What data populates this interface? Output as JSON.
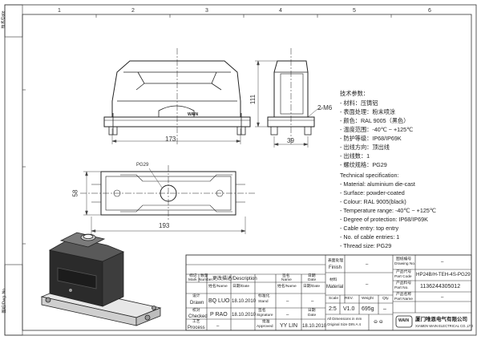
{
  "sidebar": {
    "top_label": "技术/Date",
    "mid_label": "图纸/Dwg. No."
  },
  "grid": {
    "columns": [
      "1",
      "2",
      "3",
      "4",
      "5",
      "6"
    ]
  },
  "drawing": {
    "brand_mark": "WAIN",
    "dimensions": {
      "height_front": "111",
      "width_front": "173",
      "depth_side": "39",
      "bolt_callout": "2-M6",
      "thread_callout": "PG29",
      "height_top": "58",
      "width_top": "193"
    }
  },
  "specs_cn": {
    "title": "技术参数：",
    "lines": [
      "- 材料：压铸铝",
      "- 表面处理：粉末喷涂",
      "- 颜色：RAL 9005（黑色）",
      "- 温度范围：-40℃ ~ +125℃",
      "- 防护等级：IP68/IP69K",
      "- 出线方向：顶出线",
      "- 出线数：1",
      "- 螺纹规格：PG29"
    ]
  },
  "specs_en": {
    "title": "Technical specification:",
    "lines": [
      "- Material: aluminium die-cast",
      "- Surface: powder-coated",
      "- Colour: RAL 9005(black)",
      "- Temperature range: -40℃ ~ +125℃",
      "- Degree of protection: IP68/IP69K",
      "- Cable entry: top entry",
      "- No. of cable entries: 1",
      "- Thread size: PG29"
    ]
  },
  "title_block": {
    "rev_headers": {
      "mark": "标记",
      "mark_en": "Mark",
      "num": "数量",
      "num_en": "Number",
      "change": "更改描述/Description",
      "name": "签名",
      "name_en": "Name",
      "date": "日期",
      "date_en": "Date"
    },
    "drawn_label_cn": "设计",
    "drawn_label_en": "Drawn",
    "drawn_name": "BQ LUO",
    "drawn_date": "18.10.2010",
    "checked_label_cn": "校对",
    "checked_label_en": "Checked",
    "checked_name": "P RAO",
    "checked_date": "18.10.2010",
    "process_label_cn": "工艺",
    "process_label_en": "Process",
    "name_date_header": "姓名/Name",
    "date_header": "日期/Date",
    "std_label_cn": "标准化",
    "std_label_en": "Stand",
    "approved_label_cn": "批准",
    "approved_label_en": "Approved",
    "approved_name": "YY LIN",
    "approved_date": "18.10.2010",
    "sign_label_cn": "签名",
    "sign_label_en": "Signature",
    "date2_cn": "日期",
    "date2_en": "Date",
    "dash": "–",
    "finish_label_cn": "表面处理",
    "finish_label_en": "Finish",
    "finish_value": "–",
    "material_label_cn": "材料",
    "material_label_en": "Material",
    "material_value": "–",
    "scale_label_cn": "比例",
    "scale_label_en": "Scale",
    "scale_value": "2:5",
    "rev_label_cn": "版本",
    "rev_label_en": "REV.",
    "rev_value": "V1.0",
    "weight_label_cn": "重量",
    "weight_label_en": "Weight",
    "weight_value": "695g",
    "qty_label_cn": "数量",
    "qty_label_en": "Qty.",
    "qty_value": "–",
    "note_line1": "All Dimensions in mm",
    "note_line2": "Original Size DIN A 4",
    "drawing_no_label_cn": "图纸编号",
    "drawing_no_label_en": "Drawing No.",
    "drawing_no_value": "–",
    "part_code_label_cn": "产品代号",
    "part_code_label_en": "Part Code",
    "part_code_value": "HP24B/H-TEH-4S-PG29",
    "part_no_label_cn": "产品料号",
    "part_no_label_en": "Part No.",
    "part_no_value": "1136244305012",
    "part_name_label_cn": "产品名称",
    "part_name_label_en": "Part Name",
    "part_name_value": "–",
    "company_cn": "厦门唯恩电气有限公司",
    "company_en": "XIAMEN WAIN ELECTRICAL CO.,LTD",
    "logo_text": "WAIN"
  }
}
